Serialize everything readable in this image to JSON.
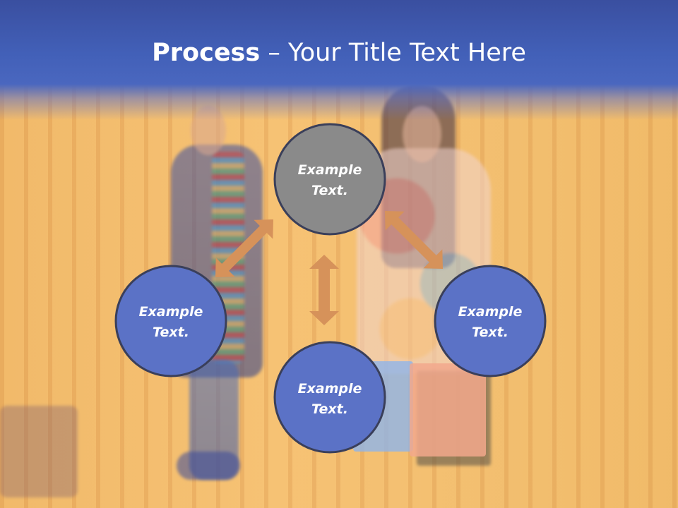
{
  "title": {
    "bold": "Process",
    "dash": " – ",
    "rest": "Your Title Text Here"
  },
  "nodes": [
    {
      "id": "top",
      "line1": "Example",
      "line2": "Text.",
      "fill": "#8a8a8a"
    },
    {
      "id": "left",
      "line1": "Example",
      "line2": "Text.",
      "fill": "#5b72c6"
    },
    {
      "id": "right",
      "line1": "Example",
      "line2": "Text.",
      "fill": "#5b72c6"
    },
    {
      "id": "bottom",
      "line1": "Example",
      "line2": "Text.",
      "fill": "#5b72c6"
    }
  ],
  "colors": {
    "title_band": "#4260b8",
    "node_stroke": "#3a3f5a",
    "arrow": "#d6925a"
  }
}
